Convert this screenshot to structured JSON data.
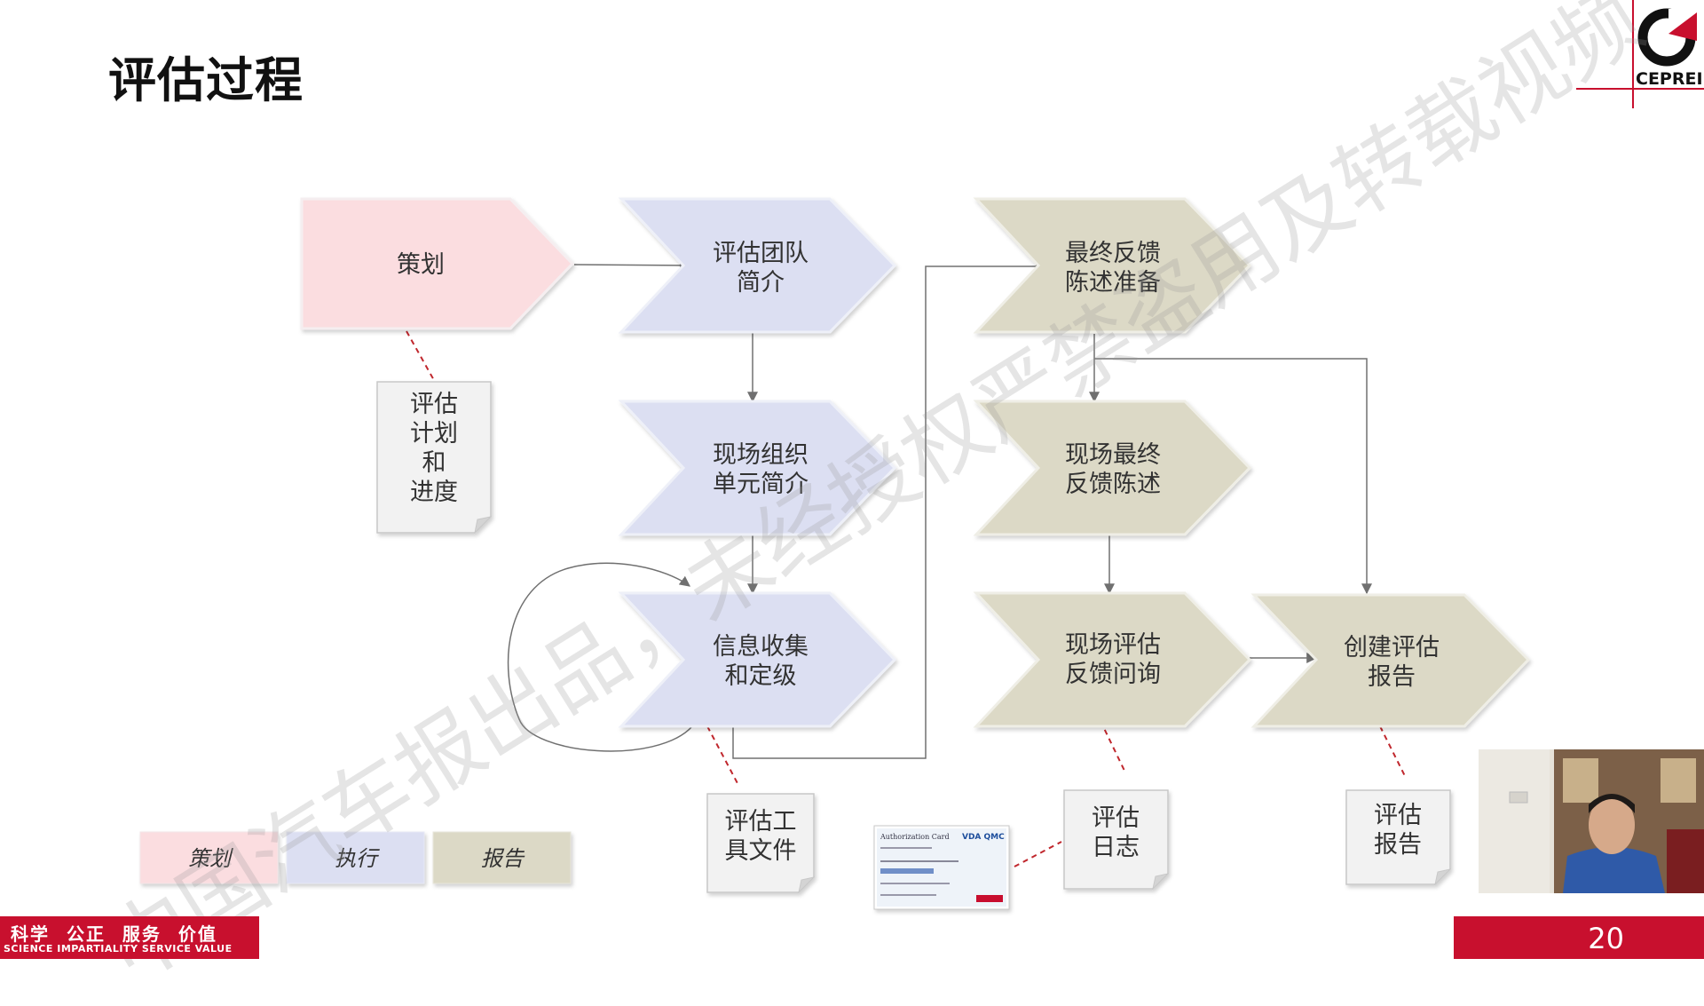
{
  "slide": {
    "title": "评估过程",
    "page_number": "20",
    "logo_text": "CEPREI",
    "footer_cn": "科学 公正 服务 价值",
    "footer_en": "SCIENCE IMPARTIALITY SERVICE VALUE",
    "watermark": "中国汽车报出品，未经授权严禁盗用及转载视频"
  },
  "colors": {
    "plan": "#fbdde0",
    "execute": "#dcdff2",
    "report": "#dcd9c6",
    "doc": "#f2f2f2",
    "accent": "#c8102e",
    "dashed_link": "#c0272d"
  },
  "nodes": {
    "plan": [
      "策划"
    ],
    "team": [
      "评估团队",
      "简介"
    ],
    "site_org": [
      "现场组织",
      "单元简介"
    ],
    "info": [
      "信息收集",
      "和定级"
    ],
    "final_prep": [
      "最终反馈",
      "陈述准备"
    ],
    "site_final": [
      "现场最终",
      "反馈陈述"
    ],
    "site_query": [
      "现场评估",
      "反馈问询"
    ],
    "create_report": [
      "创建评估",
      "报告"
    ]
  },
  "docs": {
    "plan_doc": [
      "评估",
      "计划",
      "和",
      "进度"
    ],
    "tool_doc": [
      "评估工",
      "具文件"
    ],
    "log_doc": [
      "评估",
      "日志"
    ],
    "report_doc": [
      "评估",
      "报告"
    ]
  },
  "card": {
    "title": "Authorization Card",
    "brand": "VDA QMC"
  },
  "legend": {
    "plan": "策划",
    "execute": "执行",
    "report": "报告"
  }
}
